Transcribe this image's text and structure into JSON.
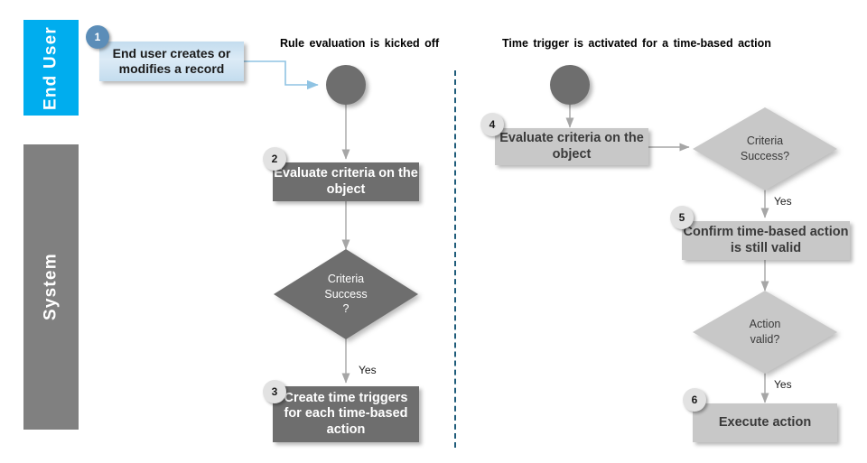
{
  "lanes": [
    {
      "id": "end-user",
      "label": "End User",
      "color": "#00ADEE"
    },
    {
      "id": "system",
      "label": "System",
      "color": "#808080"
    }
  ],
  "headings": {
    "left": "Rule evaluation  is kicked off",
    "right": "Time trigger  is activated  for a time-based  action"
  },
  "flows": {
    "left": {
      "callout": {
        "step": "1",
        "text": "End user creates or modifies a record"
      },
      "start": {
        "name": "start-node"
      },
      "steps": [
        {
          "step": "2",
          "text": "Evaluate criteria on the object",
          "style": "dark"
        },
        {
          "step": "3",
          "text": "Create time triggers for each time-based action",
          "style": "dark"
        }
      ],
      "decision": {
        "line1": "Criteria",
        "line2": "Success",
        "line3": "?",
        "style": "dark"
      },
      "edge_labels": {
        "decision_yes": "Yes"
      }
    },
    "right": {
      "start": {
        "name": "start-node"
      },
      "steps": [
        {
          "step": "4",
          "text": "Evaluate criteria on the object",
          "style": "light"
        },
        {
          "step": "5",
          "text": "Confirm time-based action is still valid",
          "style": "light"
        },
        {
          "step": "6",
          "text": "Execute action",
          "style": "light"
        }
      ],
      "decisions": [
        {
          "line1": "Criteria",
          "line2": "Success?",
          "style": "light"
        },
        {
          "line1": "Action",
          "line2": "valid?",
          "style": "light"
        }
      ],
      "edge_labels": {
        "criteria_yes": "Yes",
        "action_yes": "Yes"
      }
    }
  },
  "colors": {
    "accent_blue": "#00ADEE",
    "dark_gray": "#6E6E6E",
    "light_gray": "#C8C8C8",
    "callout_blue": "#C3DCEE",
    "badge_blue": "#5B8DB8",
    "divider": "#1F5C7A",
    "connector": "#A6A6A6",
    "connector_blue": "#8FC3E3"
  }
}
